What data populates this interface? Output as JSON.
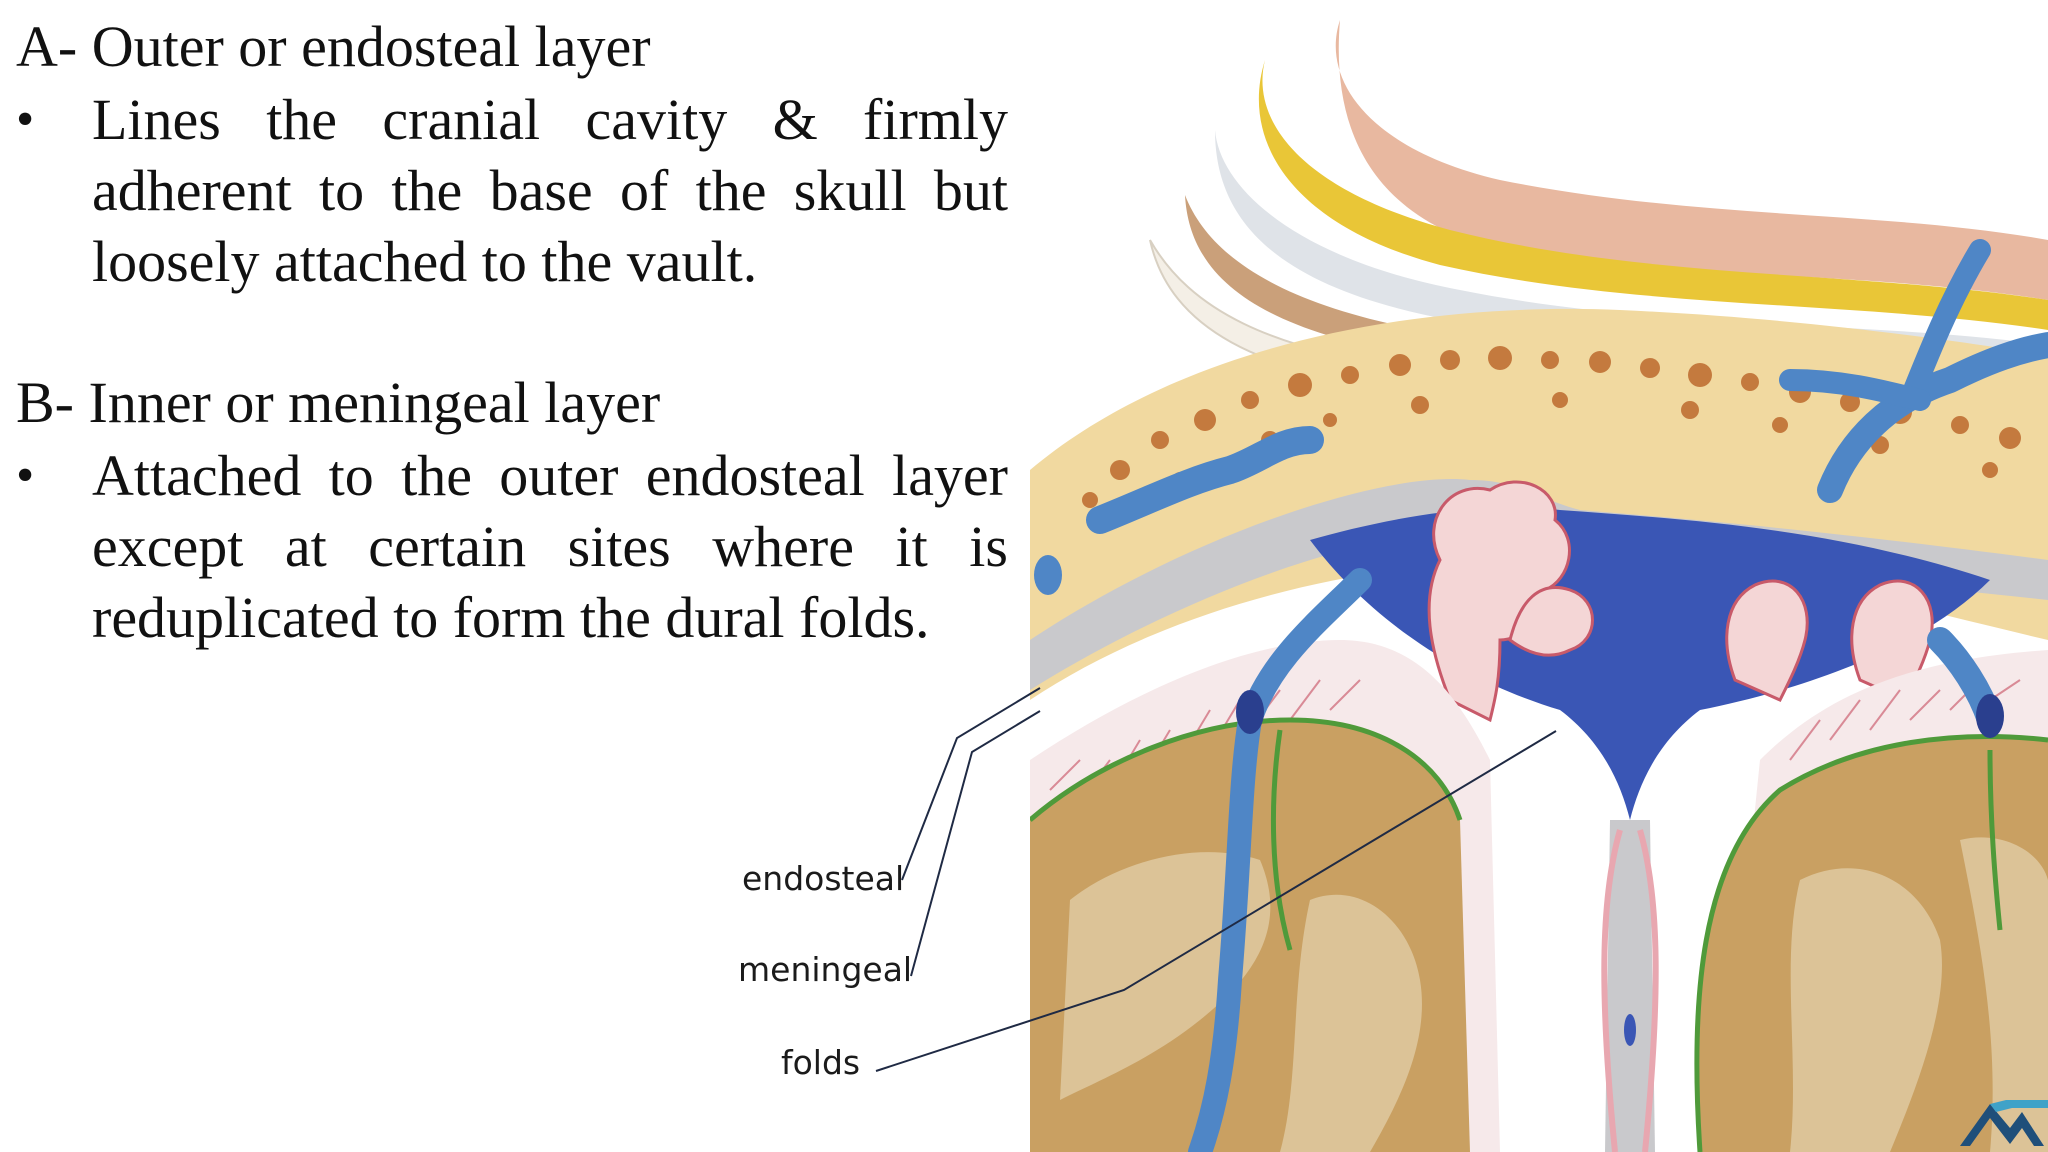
{
  "section_a": {
    "heading": "A- Outer or endosteal layer",
    "bullet_symbol": "•",
    "bullet_text": "Lines the cranial cavity & firmly adherent to the base of the skull  but loosely attached to the vault."
  },
  "section_b": {
    "heading": "B- Inner or meningeal layer",
    "bullet_symbol": "•",
    "bullet_text": "Attached to the outer endosteal layer except at certain sites where it is reduplicated to form the dural folds."
  },
  "labels": {
    "endosteal": "endosteal",
    "meningeal": "meningeal",
    "folds": "folds"
  },
  "colors": {
    "leader_line": "#1f2a44",
    "sinus_blue": "#3a56b5",
    "vein_blue": "#4f86c6",
    "bone": "#f1d9a0",
    "brain": "#c9a062",
    "logo": "#1f4f7a"
  }
}
